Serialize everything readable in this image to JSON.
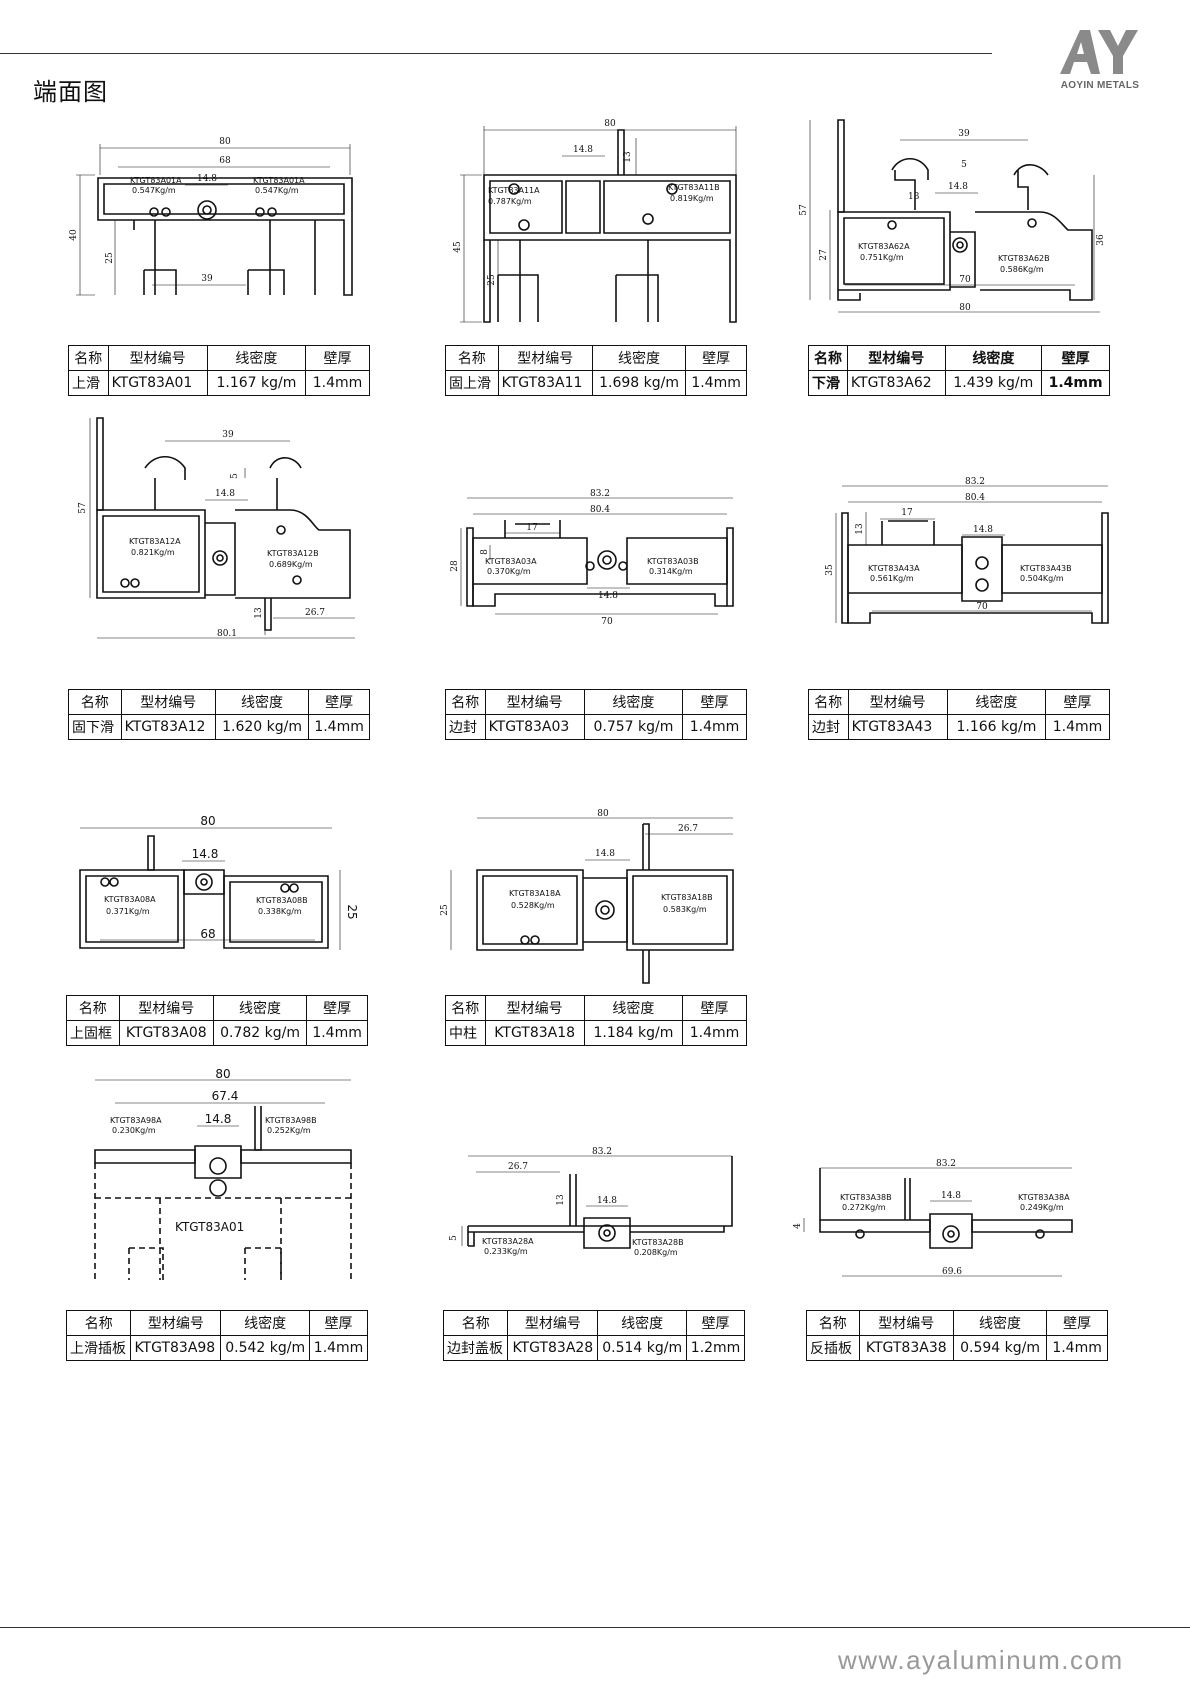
{
  "page": {
    "title": "端面图",
    "logo_letters": "AY",
    "logo_text": "AOYIN METALS",
    "website": "www.ayaluminum.com"
  },
  "table_headers": [
    "名称",
    "型材编号",
    "线密度",
    "壁厚"
  ],
  "profiles": [
    {
      "name": "上滑",
      "code": "KTGT83A01",
      "density": "1.167 kg/m",
      "thickness": "1.4mm",
      "labels": {
        "w": "80",
        "inner": "68",
        "mid": "14.8",
        "dep": "40",
        "h2": "25",
        "bot": "39",
        "pa": "KTGT83A01A",
        "pa_w": "0.547Kg/m",
        "pb": "KTGT83A01A",
        "pb_w": "0.547Kg/m"
      }
    },
    {
      "name": "固上滑",
      "code": "KTGT83A11",
      "density": "1.698 kg/m",
      "thickness": "1.4mm",
      "labels": {
        "w": "80",
        "mid": "14.8",
        "fin": "13",
        "dep": "45",
        "h2": "25",
        "pa": "KTGT83A11A",
        "pa_w": "0.787Kg/m",
        "pb": "KTGT83A11B",
        "pb_w": "0.819Kg/m"
      }
    },
    {
      "name": "下滑",
      "code": "KTGT83A62",
      "density": "1.439 kg/m",
      "thickness": "1.4mm",
      "labels": {
        "top": "39",
        "cap": "13",
        "gap": "5",
        "mid": "14.8",
        "h1": "57",
        "h2": "27",
        "h3": "36",
        "inner": "70",
        "w": "80",
        "pa": "KTGT83A62A",
        "pa_w": "0.751Kg/m",
        "pb": "KTGT83A62B",
        "pb_w": "0.586Kg/m"
      }
    },
    {
      "name": "固下滑",
      "code": "KTGT83A12",
      "density": "1.620 kg/m",
      "thickness": "1.4mm",
      "labels": {
        "top": "39",
        "gap": "5",
        "mid": "14.8",
        "h1": "57",
        "fin": "13",
        "fw": "26.7",
        "w": "80.1",
        "pa": "KTGT83A12A",
        "pa_w": "0.821Kg/m",
        "pb": "KTGT83A12B",
        "pb_w": "0.689Kg/m"
      }
    },
    {
      "name": "边封",
      "code": "KTGT83A03",
      "density": "0.757 kg/m",
      "thickness": "1.4mm",
      "labels": {
        "w": "83.2",
        "inner": "80.4",
        "slot": "17",
        "sh": "8",
        "dep": "28",
        "mid": "14.8",
        "bot": "70",
        "pa": "KTGT83A03A",
        "pa_w": "0.370Kg/m",
        "pb": "KTGT83A03B",
        "pb_w": "0.314Kg/m"
      }
    },
    {
      "name": "边封",
      "code": "KTGT83A43",
      "density": "1.166 kg/m",
      "thickness": "1.4mm",
      "labels": {
        "w": "83.2",
        "inner": "80.4",
        "slot": "17",
        "sh": "13",
        "dep": "35",
        "mid": "14.8",
        "bot": "70",
        "pa": "KTGT83A43A",
        "pa_w": "0.561Kg/m",
        "pb": "KTGT83A43B",
        "pb_w": "0.504Kg/m"
      }
    },
    {
      "name": "上固框",
      "code": "KTGT83A08",
      "density": "0.782 kg/m",
      "thickness": "1.4mm",
      "labels": {
        "w": "80",
        "mid": "14.8",
        "dep": "25",
        "bot": "68",
        "pa": "KTGT83A08A",
        "pa_w": "0.371Kg/m",
        "pb": "KTGT83A08B",
        "pb_w": "0.338Kg/m"
      }
    },
    {
      "name": "中柱",
      "code": "KTGT83A18",
      "density": "1.184 kg/m",
      "thickness": "1.4mm",
      "labels": {
        "w": "80",
        "fw": "26.7",
        "mid": "14.8",
        "dep": "25",
        "pa": "KTGT83A18A",
        "pa_w": "0.528Kg/m",
        "pb": "KTGT83A18B",
        "pb_w": "0.583Kg/m"
      }
    },
    {
      "name": "上滑插板",
      "code": "KTGT83A98",
      "density": "0.542 kg/m",
      "thickness": "1.4mm",
      "labels": {
        "w": "80",
        "inner": "67.4",
        "mid": "14.8",
        "ref": "KTGT83A01",
        "pa": "KTGT83A98A",
        "pa_w": "0.230Kg/m",
        "pb": "KTGT83A98B",
        "pb_w": "0.252Kg/m"
      }
    },
    {
      "name": "边封盖板",
      "code": "KTGT83A28",
      "density": "0.514 kg/m",
      "thickness": "1.2mm",
      "labels": {
        "w": "83.2",
        "fw": "26.7",
        "fin": "13",
        "mid": "14.8",
        "dep": "5",
        "pa": "KTGT83A28A",
        "pa_w": "0.233Kg/m",
        "pb": "KTGT83A28B",
        "pb_w": "0.208Kg/m"
      }
    },
    {
      "name": "反插板",
      "code": "KTGT83A38",
      "density": "0.594 kg/m",
      "thickness": "1.4mm",
      "labels": {
        "w": "83.2",
        "mid": "14.8",
        "dep": "4",
        "bot": "69.6",
        "pa": "KTGT83A38B",
        "pa_w": "0.272Kg/m",
        "pb": "KTGT83A38A",
        "pb_w": "0.249Kg/m"
      }
    }
  ]
}
